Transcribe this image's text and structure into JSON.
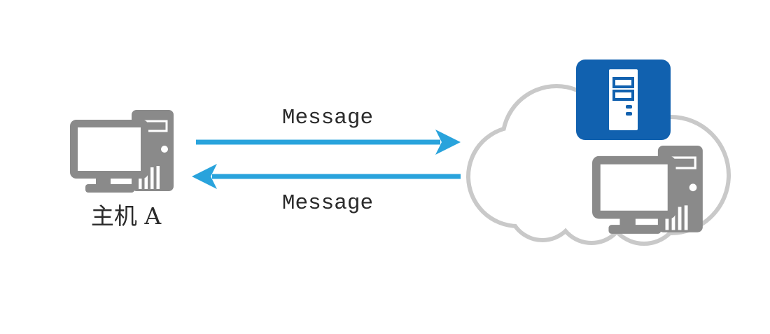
{
  "colors": {
    "background": "#FFFFFF",
    "arrow_blue": "#29A3DC",
    "icon_gray": "#8A8A8A",
    "cloud_outline": "#C9C9C9",
    "server_blue": "#1161AF",
    "label_text": "#2A2A2A"
  },
  "diagram": {
    "host_a_label": "主机 A",
    "message_top": "Message",
    "message_bottom": "Message",
    "icons": {
      "host_a": "computer-icon",
      "cloud": "cloud-icon",
      "server": "server-icon",
      "cloud_host": "computer-icon"
    }
  }
}
